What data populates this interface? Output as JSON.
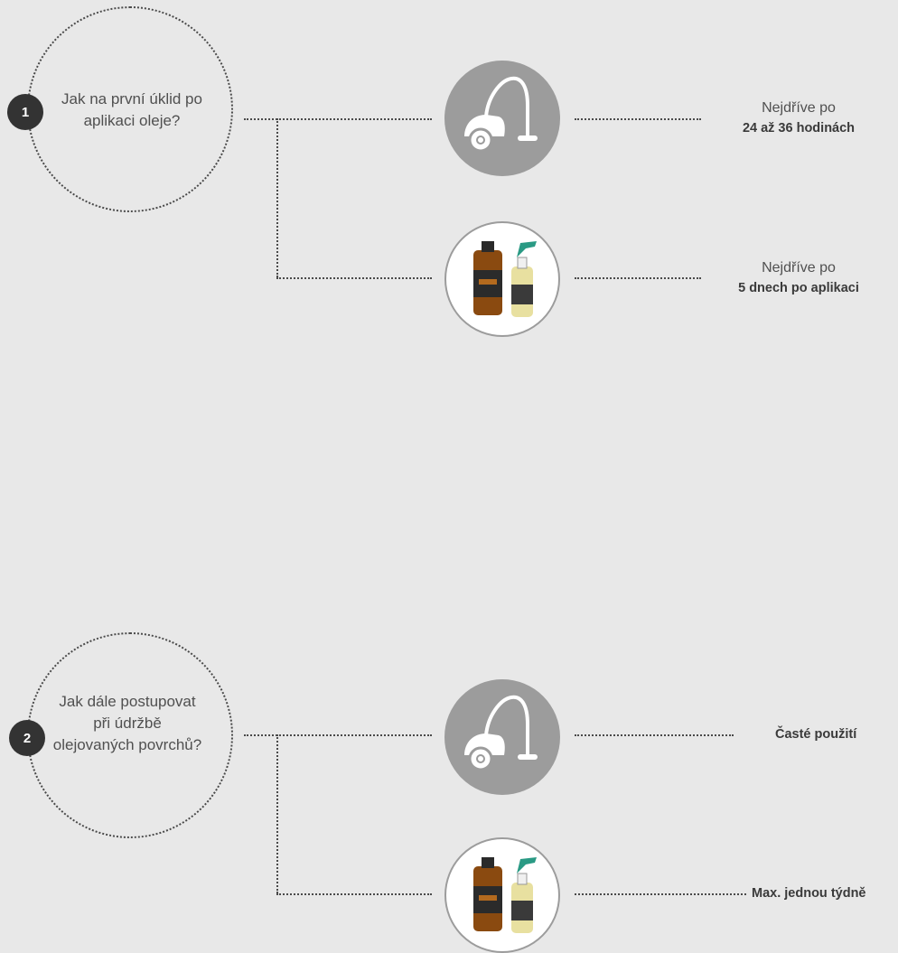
{
  "sections": [
    {
      "number": "1",
      "question": "Jak na první úklid po aplikaci oleje?",
      "rows": [
        {
          "icon": "vacuum-cleaner-icon",
          "line1": "Nejdříve  po",
          "line2": "24 až 36 hodinách"
        },
        {
          "icon": "cleaning-products-icon",
          "line1": "Nejdříve po",
          "line2": "5 dnech po aplikaci"
        }
      ]
    },
    {
      "number": "2",
      "question": "Jak dále postupovat při údržbě olejovaných povrchů?",
      "rows": [
        {
          "icon": "vacuum-cleaner-icon",
          "label": "Časté použití"
        },
        {
          "icon": "cleaning-products-icon",
          "label": "Max. jednou týdně"
        }
      ]
    }
  ],
  "colors": {
    "background": "#e8e8e8",
    "icon_gray": "#9c9c9c",
    "badge": "#333333",
    "dots": "#4a4a4a"
  }
}
